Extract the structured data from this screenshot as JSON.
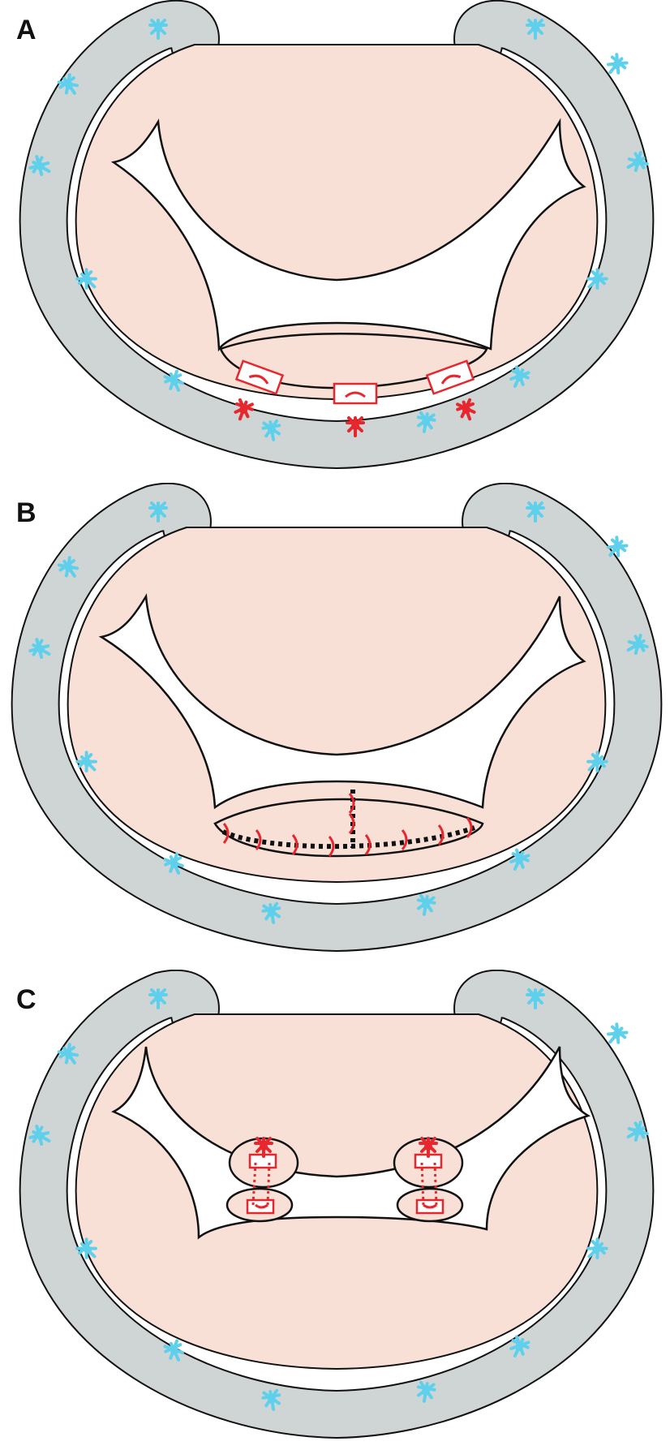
{
  "panels": [
    {
      "label": "A",
      "illustration": "three-buttress-sutures"
    },
    {
      "label": "B",
      "illustration": "plication-suture-line"
    },
    {
      "label": "C",
      "illustration": "edge-to-edge-pledget-sutures"
    }
  ],
  "colors": {
    "annulus": "#cfd5d4",
    "leaflet": "#f8e0d7",
    "orifice": "#ffffff",
    "outline": "#111111",
    "suture_anchor": "#5fd0ec",
    "repair_suture": "#e8262d",
    "plication_line": "#111111"
  }
}
